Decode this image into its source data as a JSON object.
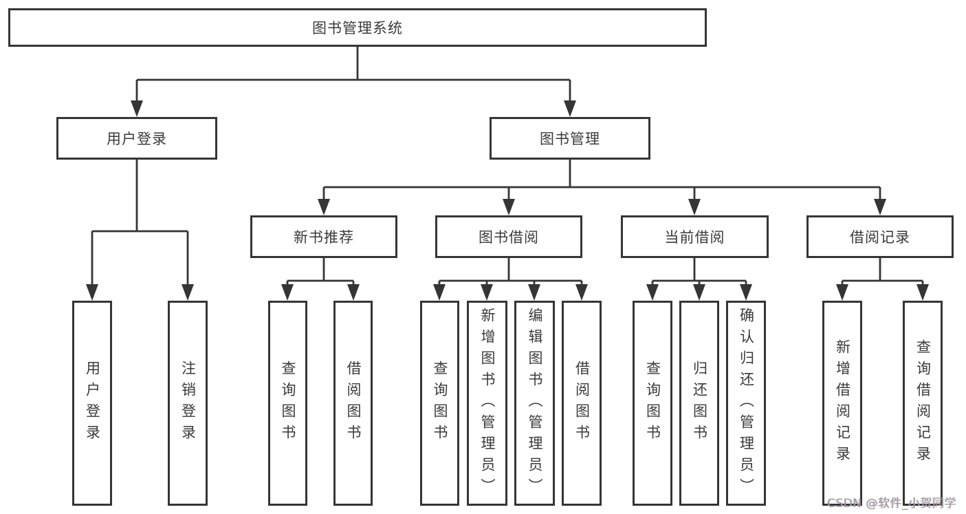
{
  "root": {
    "label": "图书管理系统"
  },
  "branches": {
    "user_login": {
      "label": "用户登录",
      "children": {
        "login": "用户登录",
        "logout": "注销登录"
      }
    },
    "book_mgmt": {
      "label": "图书管理",
      "children": {
        "new_book": {
          "label": "新书推荐",
          "children": {
            "query_book": "查询图书",
            "borrow_book": "借阅图书"
          }
        },
        "book_borrow": {
          "label": "图书借阅",
          "children": {
            "query_book": "查询图书",
            "add_book": "新增图书（管理员）",
            "edit_book": "编辑图书（管理员）",
            "borrow_book": "借阅图书"
          }
        },
        "current_borrow": {
          "label": "当前借阅",
          "children": {
            "query_book": "查询图书",
            "return_book": "归还图书",
            "confirm_return": "确认归还（管理员）"
          }
        },
        "borrow_record": {
          "label": "借阅记录",
          "children": {
            "add_record": "新增借阅记录",
            "query_record": "查询借阅记录"
          }
        }
      }
    }
  },
  "watermark": "CSDN @软件_小贺同学",
  "colors": {
    "line": "#353535",
    "box_border": "#353535",
    "text": "#3a3a3a",
    "watermark": "#9a9a9a",
    "background": "#ffffff"
  }
}
